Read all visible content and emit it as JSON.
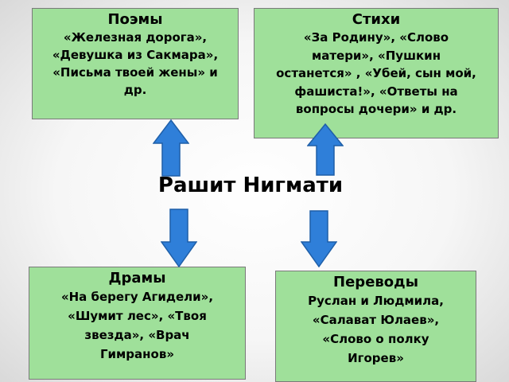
{
  "center": {
    "title": "Рашит Нигмати"
  },
  "poems": {
    "title": "Поэмы",
    "lines": [
      "«Железная дорога»,",
      "«Девушка из Сакмара»,",
      "«Письма твоей жены» и",
      "др."
    ]
  },
  "verses": {
    "title": "Стихи",
    "lines": [
      "«За Родину», «Слово",
      "матери», «Пушкин",
      "останется» , «Убей, сын мой,",
      "фашиста!», «Ответы на",
      "вопросы дочери» и др."
    ]
  },
  "dramas": {
    "title": "Драмы",
    "lines": [
      "«На берегу Агидели»,",
      "«Шумит лес», «Твоя",
      "звезда», «Врач",
      "Гимранов»"
    ]
  },
  "translations": {
    "title": "Переводы",
    "lines": [
      "Руслан и Людмила,",
      "«Салават Юлаев»,",
      "«Слово о полку",
      "Игорев»"
    ]
  },
  "colors": {
    "box_fill": "#9fe09a",
    "arrow_fill": "#2f7fd9",
    "arrow_stroke": "#1f5fa8"
  }
}
